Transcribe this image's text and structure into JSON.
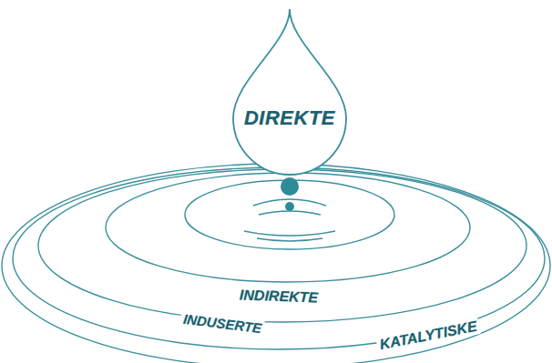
{
  "diagram": {
    "nodes": [
      {
        "text": [
          "DIREKTE"
        ]
      }
    ],
    "labels": [
      "INDIREKTE",
      "INDUSERTE",
      "KATALYTISKE"
    ]
  }
}
